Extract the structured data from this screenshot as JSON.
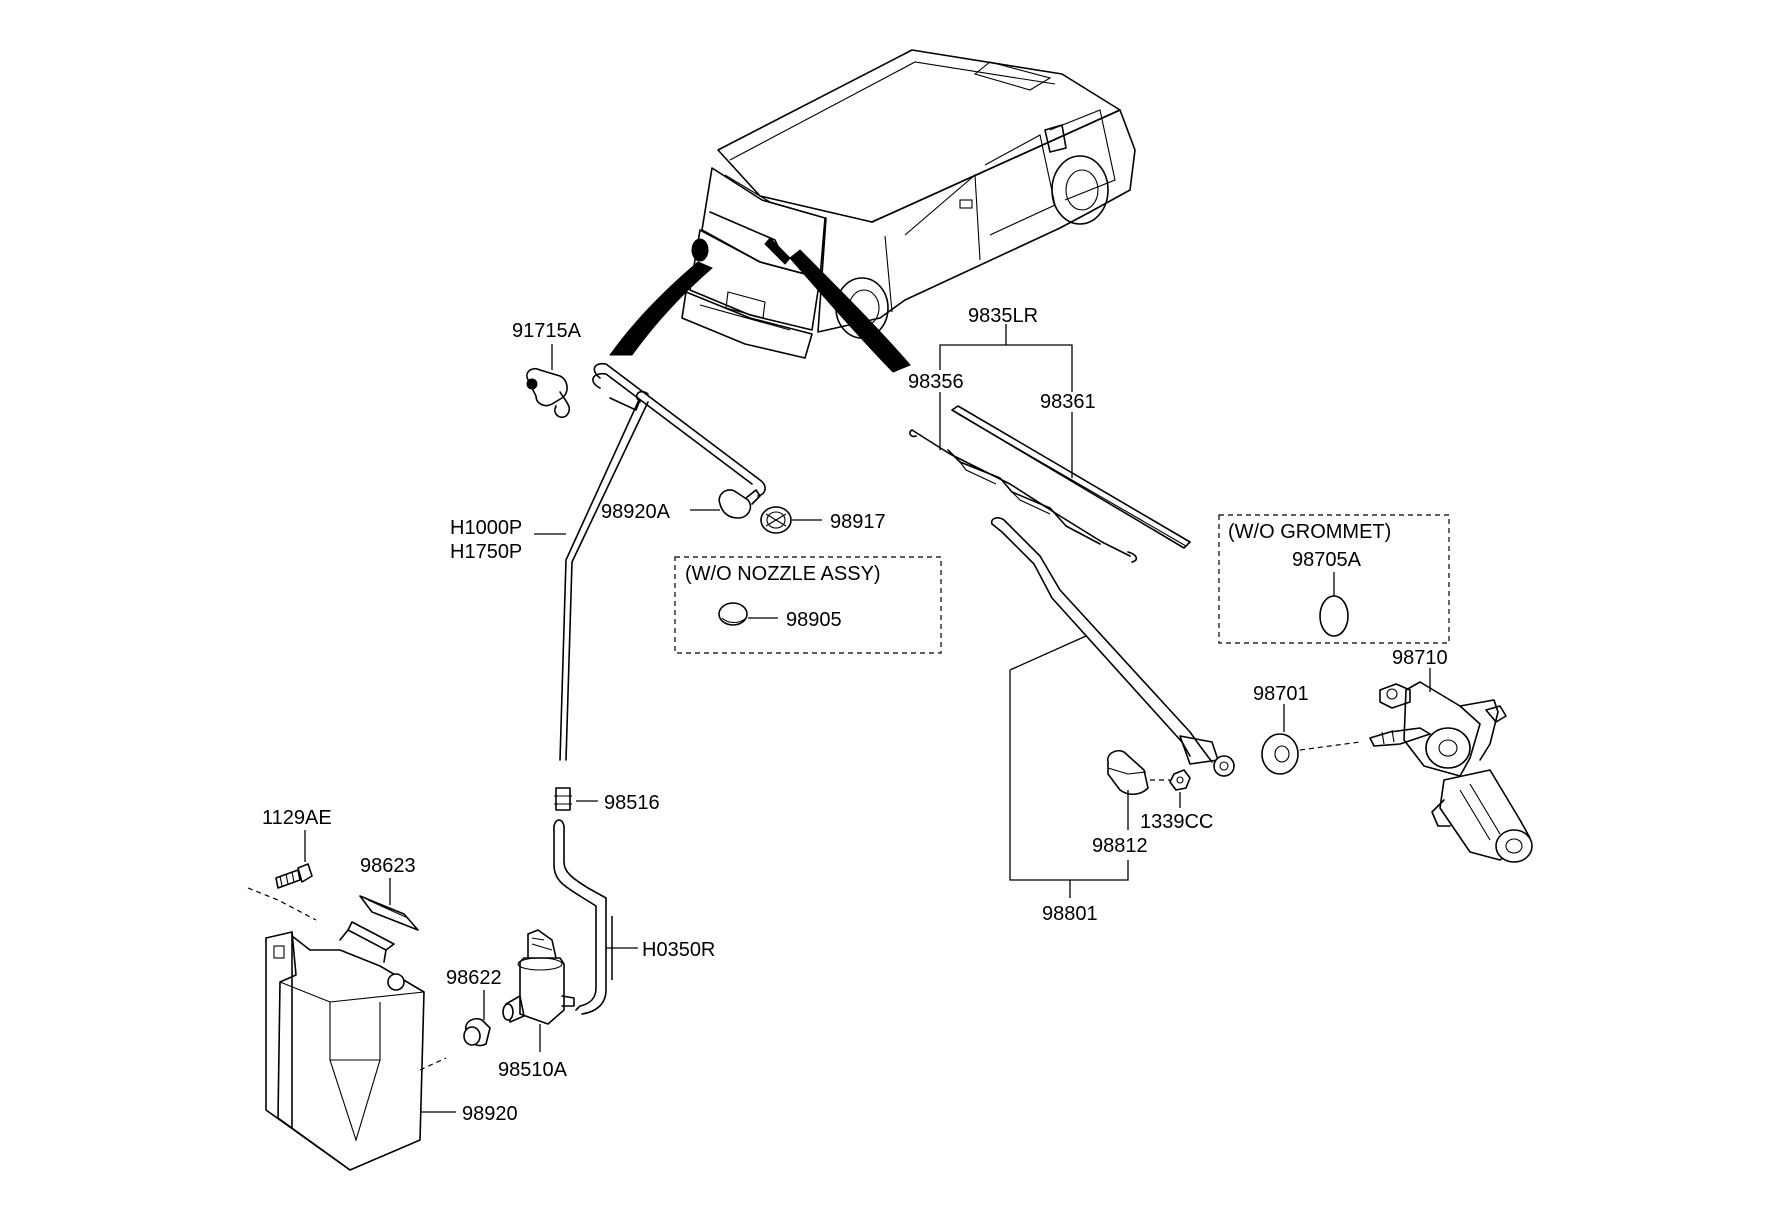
{
  "labels": {
    "p91715A": "91715A",
    "p98920A": "98920A",
    "p98917": "98917",
    "pH1000P": "H1000P",
    "pH1750P": "H1750P",
    "p98516": "98516",
    "pH0350R": "H0350R",
    "p1129AE": "1129AE",
    "p98623": "98623",
    "p98622": "98622",
    "p98510A": "98510A",
    "p98920": "98920",
    "p98905": "98905",
    "p9835LR": "9835LR",
    "p98356": "98356",
    "p98361": "98361",
    "p98705A": "98705A",
    "p98710": "98710",
    "p98701": "98701",
    "p1339CC": "1339CC",
    "p98812": "98812",
    "p98801": "98801"
  },
  "notes": {
    "no_nozzle": "(W/O NOZZLE ASSY)",
    "no_grommet": "(W/O GROMMET)"
  },
  "colors": {
    "line": "#000000",
    "background": "#ffffff"
  }
}
